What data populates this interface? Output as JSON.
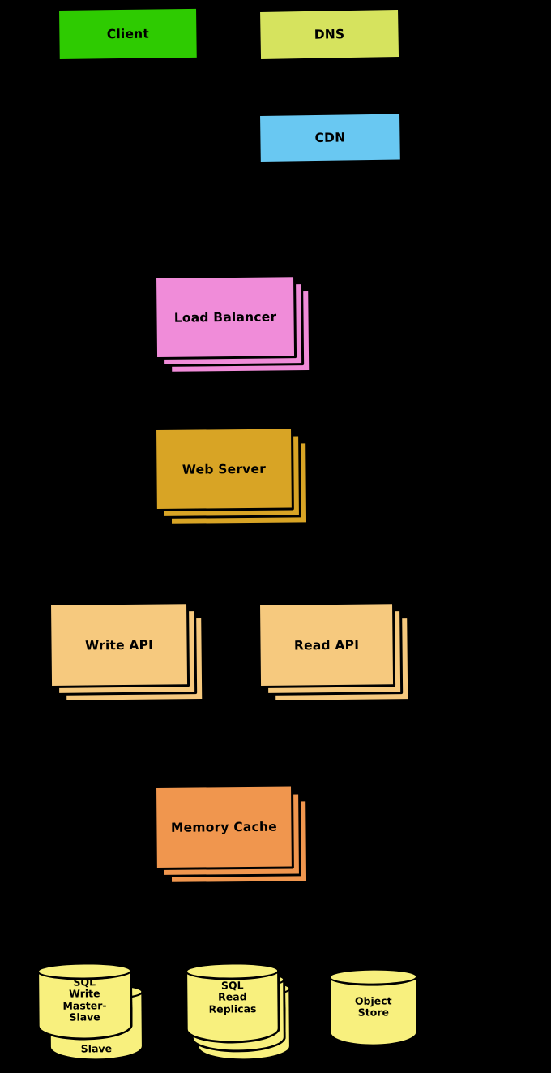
{
  "diagram": {
    "background": "#000000",
    "nodes": {
      "client": {
        "label": "Client",
        "color": "#2ecb01"
      },
      "dns": {
        "label": "DNS",
        "color": "#d6e35e"
      },
      "cdn": {
        "label": "CDN",
        "color": "#69c8f2"
      },
      "load_balancer": {
        "label": "Load Balancer",
        "color": "#f08cd9"
      },
      "web_server": {
        "label": "Web Server",
        "color": "#d8a425"
      },
      "write_api": {
        "label": "Write API",
        "color": "#f6c97e"
      },
      "read_api": {
        "label": "Read API",
        "color": "#f6c97e"
      },
      "memory_cache": {
        "label": "Memory Cache",
        "color": "#f0964e"
      },
      "sql_write_master_slave": {
        "label": "SQL\nWrite\nMaster-\nSlave",
        "back_label": "Slave",
        "color": "#f8f07e"
      },
      "sql_read_replicas": {
        "label": "SQL\nRead\nReplicas",
        "color": "#f8f07e"
      },
      "object_store": {
        "label": "Object\nStore",
        "color": "#f8f07e"
      }
    }
  }
}
